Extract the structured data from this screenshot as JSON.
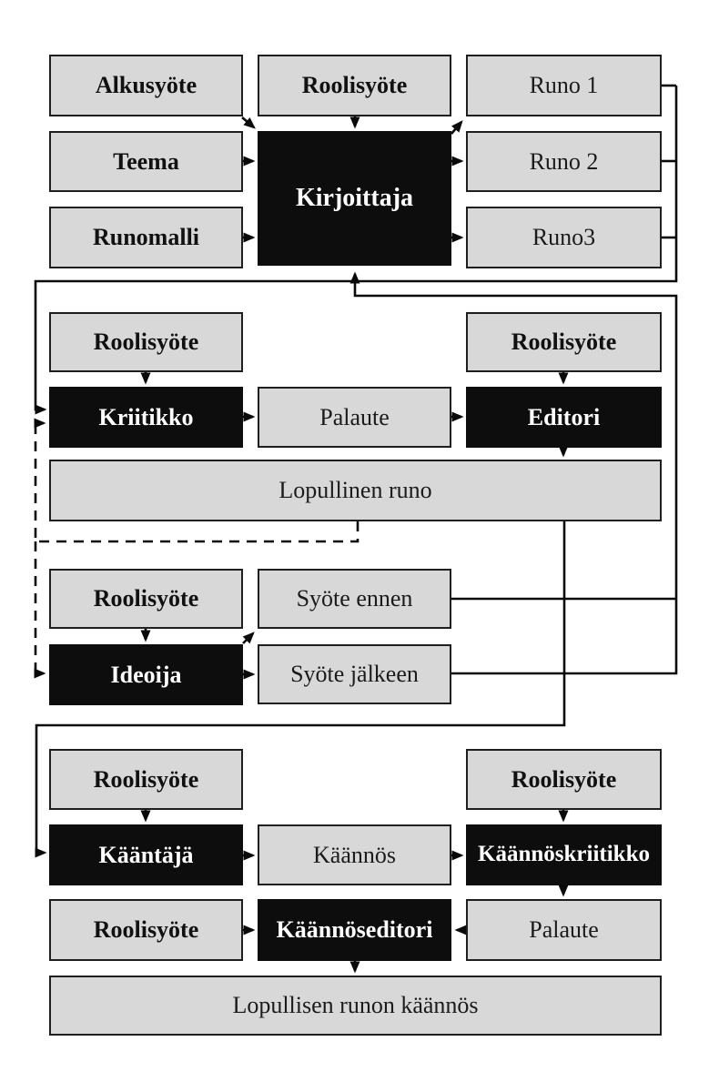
{
  "colors": {
    "background": "#ffffff",
    "box_fill": "#d8d8d8",
    "box_border": "#1f1f1f",
    "agent_fill": "#0d0d0d",
    "agent_text": "#ffffff",
    "line": "#0a0a0a"
  },
  "nodes": {
    "alkusyote": "Alkusyöte",
    "roolisyote_kirjoittaja": "Roolisyöte",
    "runo_1": "Runo 1",
    "teema": "Teema",
    "runo_2": "Runo 2",
    "runomalli": "Runomalli",
    "runo_3": "Runo3",
    "kirjoittaja": "Kirjoittaja",
    "roolisyote_kriitikko": "Roolisyöte",
    "roolisyote_editori": "Roolisyöte",
    "kriitikko": "Kriitikko",
    "palaute_1": "Palaute",
    "editori": "Editori",
    "lopullinen_runo": "Lopullinen runo",
    "roolisyote_ideoija": "Roolisyöte",
    "syote_ennen": "Syöte ennen",
    "ideoija": "Ideoija",
    "syote_jalkeen": "Syöte jälkeen",
    "roolisyote_kaantaja": "Roolisyöte",
    "roolisyote_kaannoskriitikko": "Roolisyöte",
    "kaantaja": "Kääntäjä",
    "kaannos": "Käännös",
    "kaannoskriitikko": "Käännöskriitikko",
    "roolisyote_kaannoseditori": "Roolisyöte",
    "kaannoseditori": "Käännöseditori",
    "palaute_2": "Palaute",
    "lopullinen_runon_kaannos": "Lopullisen runon käännös"
  },
  "edges": [
    {
      "from": "alkusyote",
      "to": "kirjoittaja",
      "style": "solid"
    },
    {
      "from": "roolisyote_kirjoittaja",
      "to": "kirjoittaja",
      "style": "solid"
    },
    {
      "from": "teema",
      "to": "kirjoittaja",
      "style": "solid"
    },
    {
      "from": "runomalli",
      "to": "kirjoittaja",
      "style": "solid"
    },
    {
      "from": "kirjoittaja",
      "to": "runo_1",
      "style": "solid"
    },
    {
      "from": "kirjoittaja",
      "to": "runo_2",
      "style": "solid"
    },
    {
      "from": "kirjoittaja",
      "to": "runo_3",
      "style": "solid"
    },
    {
      "from": "runo_1",
      "to": "kriitikko",
      "style": "solid"
    },
    {
      "from": "runo_2",
      "to": "kriitikko",
      "style": "solid"
    },
    {
      "from": "runo_3",
      "to": "kriitikko",
      "style": "solid"
    },
    {
      "from": "roolisyote_kriitikko",
      "to": "kriitikko",
      "style": "solid"
    },
    {
      "from": "kriitikko",
      "to": "palaute_1",
      "style": "solid"
    },
    {
      "from": "palaute_1",
      "to": "editori",
      "style": "solid"
    },
    {
      "from": "roolisyote_editori",
      "to": "editori",
      "style": "solid"
    },
    {
      "from": "editori",
      "to": "lopullinen_runo",
      "style": "solid"
    },
    {
      "from": "lopullinen_runo",
      "to": "kriitikko",
      "style": "dashed"
    },
    {
      "from": "lopullinen_runo",
      "to": "ideoija",
      "style": "dashed"
    },
    {
      "from": "roolisyote_ideoija",
      "to": "ideoija",
      "style": "solid"
    },
    {
      "from": "ideoija",
      "to": "syote_ennen",
      "style": "solid"
    },
    {
      "from": "ideoija",
      "to": "syote_jalkeen",
      "style": "solid"
    },
    {
      "from": "syote_ennen",
      "to": "kirjoittaja",
      "style": "solid"
    },
    {
      "from": "syote_jalkeen",
      "to": "kirjoittaja",
      "style": "solid"
    },
    {
      "from": "lopullinen_runo",
      "to": "kaantaja",
      "style": "solid"
    },
    {
      "from": "roolisyote_kaantaja",
      "to": "kaantaja",
      "style": "solid"
    },
    {
      "from": "kaantaja",
      "to": "kaannos",
      "style": "solid"
    },
    {
      "from": "kaannos",
      "to": "kaannoskriitikko",
      "style": "solid"
    },
    {
      "from": "roolisyote_kaannoskriitikko",
      "to": "kaannoskriitikko",
      "style": "solid"
    },
    {
      "from": "kaannoskriitikko",
      "to": "palaute_2",
      "style": "solid"
    },
    {
      "from": "palaute_2",
      "to": "kaannoseditori",
      "style": "solid"
    },
    {
      "from": "roolisyote_kaannoseditori",
      "to": "kaannoseditori",
      "style": "solid"
    },
    {
      "from": "kaannoseditori",
      "to": "lopullinen_runon_kaannos",
      "style": "solid"
    }
  ]
}
